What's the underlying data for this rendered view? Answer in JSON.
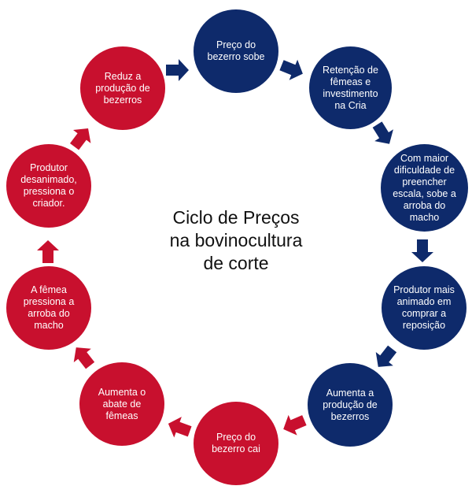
{
  "title": {
    "line1": "Ciclo de Preços",
    "line2": "na bovinocultura",
    "line3": "de corte"
  },
  "nodes": [
    {
      "text": "Preço do bezerro sobe",
      "color": "blue"
    },
    {
      "text": "Retenção de fêmeas e investimento na Cria",
      "color": "blue"
    },
    {
      "text": "Com maior dificuldade de preencher escala, sobe a arroba do macho",
      "color": "blue"
    },
    {
      "text": "Produtor mais animado em comprar a reposição",
      "color": "blue"
    },
    {
      "text": "Aumenta a produção de bezerros",
      "color": "blue"
    },
    {
      "text": "Preço do bezerro cai",
      "color": "red"
    },
    {
      "text": "Aumenta o abate de fêmeas",
      "color": "red"
    },
    {
      "text": "A fêmea pressiona a arroba do macho",
      "color": "red"
    },
    {
      "text": "Produtor desanimado, pressiona o criador.",
      "color": "red"
    },
    {
      "text": "Reduz a produção de bezerros",
      "color": "red"
    }
  ],
  "colors": {
    "blue": "#0e2a6b",
    "red": "#c8102e"
  }
}
